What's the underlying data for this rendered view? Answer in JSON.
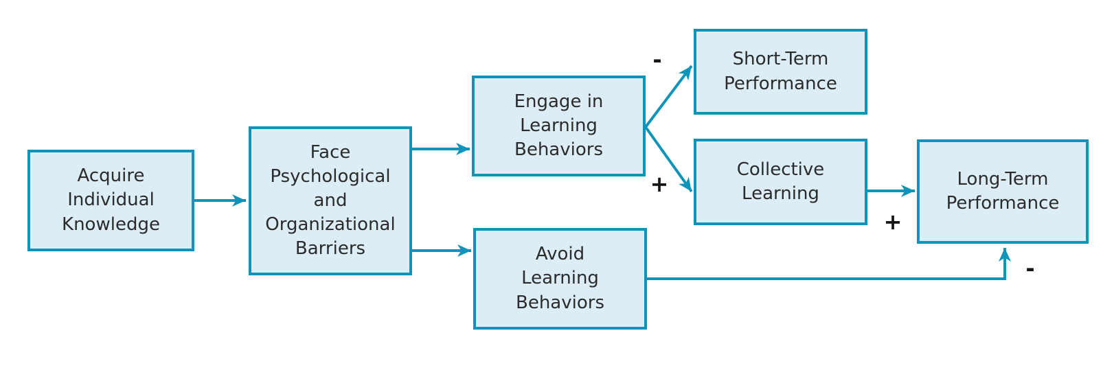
{
  "diagram": {
    "type": "flow-diagram",
    "topic": "Learning behaviors and performance",
    "colors": {
      "box_fill": "#ddedf6",
      "box_border": "#0d94b8",
      "arrow": "#0d94b8",
      "text": "#2b2b2b",
      "sign": "#151515",
      "background": "#ffffff"
    },
    "nodes": [
      {
        "id": "acquire-individual-knowledge",
        "label": "Acquire\nIndividual\nKnowledge"
      },
      {
        "id": "face-barriers",
        "label": "Face\nPsychological\nand\nOrganizational\nBarriers"
      },
      {
        "id": "engage-learning-behaviors",
        "label": "Engage in\nLearning\nBehaviors"
      },
      {
        "id": "avoid-learning-behaviors",
        "label": "Avoid\nLearning\nBehaviors"
      },
      {
        "id": "short-term-performance",
        "label": "Short-Term\nPerformance"
      },
      {
        "id": "collective-learning",
        "label": "Collective\nLearning"
      },
      {
        "id": "long-term-performance",
        "label": "Long-Term\nPerformance"
      }
    ],
    "edges": [
      {
        "from": "acquire-individual-knowledge",
        "to": "face-barriers",
        "sign": null
      },
      {
        "from": "face-barriers",
        "to": "engage-learning-behaviors",
        "sign": null
      },
      {
        "from": "face-barriers",
        "to": "avoid-learning-behaviors",
        "sign": null
      },
      {
        "from": "engage-learning-behaviors",
        "to": "short-term-performance",
        "sign": "-"
      },
      {
        "from": "engage-learning-behaviors",
        "to": "collective-learning",
        "sign": "+"
      },
      {
        "from": "collective-learning",
        "to": "long-term-performance",
        "sign": "+"
      },
      {
        "from": "avoid-learning-behaviors",
        "to": "long-term-performance",
        "sign": "-"
      }
    ],
    "signs": [
      {
        "symbol": "-",
        "edge": "engage-learning-behaviors to short-term-performance"
      },
      {
        "symbol": "+",
        "edge": "engage-learning-behaviors to collective-learning"
      },
      {
        "symbol": "+",
        "edge": "collective-learning to long-term-performance"
      },
      {
        "symbol": "-",
        "edge": "avoid-learning-behaviors to long-term-performance"
      }
    ]
  }
}
